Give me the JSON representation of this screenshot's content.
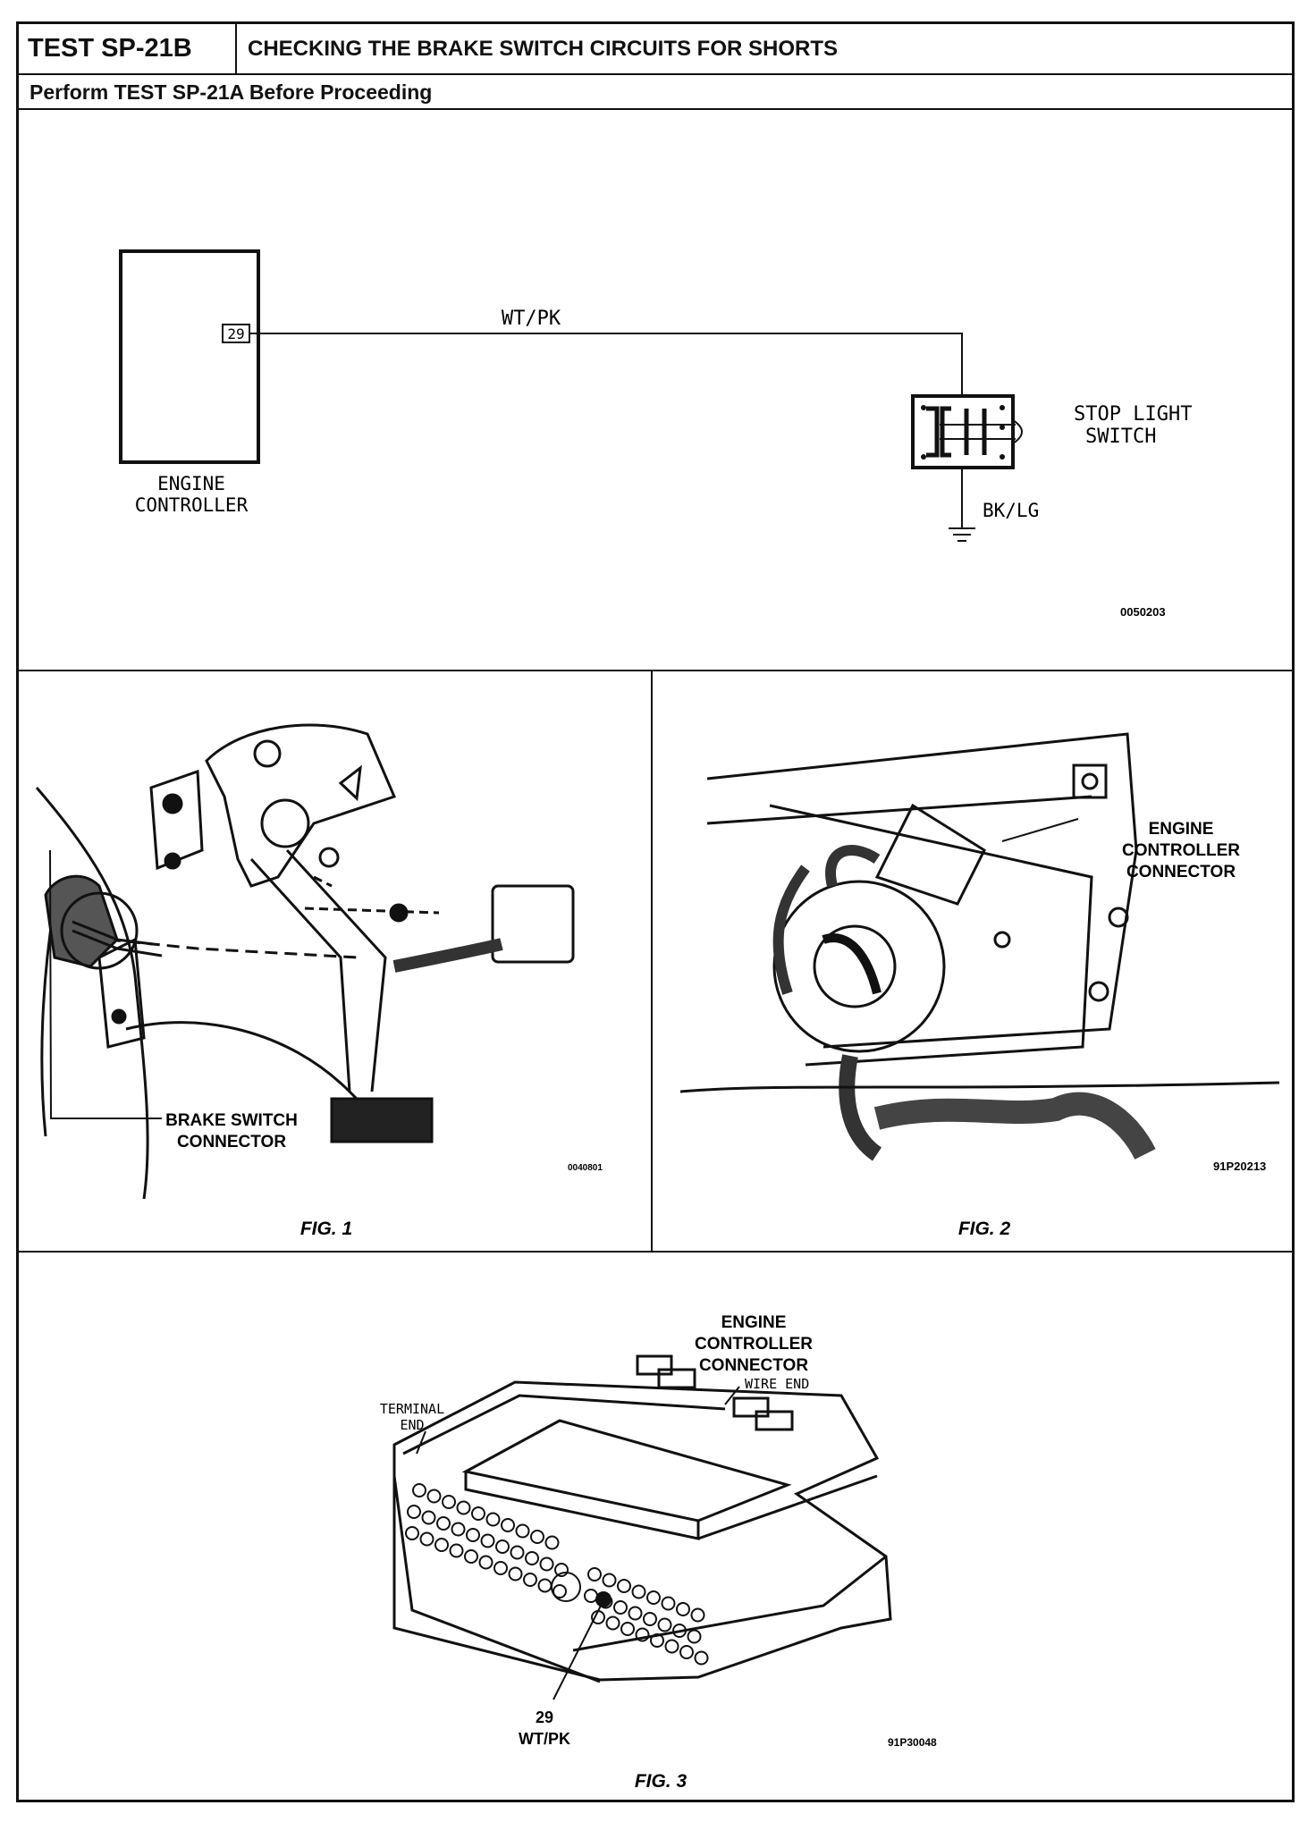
{
  "header": {
    "test_id": "TEST SP-21B",
    "title": "CHECKING THE BRAKE SWITCH CIRCUITS FOR SHORTS"
  },
  "subheader": "Perform TEST SP-21A Before Proceeding",
  "schematic": {
    "engine_controller_label_1": "ENGINE",
    "engine_controller_label_2": "CONTROLLER",
    "pin": "29",
    "wire_top": "WT/PK",
    "switch_label_1": "STOP LIGHT",
    "switch_label_2": "SWITCH",
    "wire_ground": "BK/LG",
    "code": "0050203"
  },
  "fig1": {
    "callout_1": "BRAKE SWITCH",
    "callout_2": "CONNECTOR",
    "code": "0040801",
    "caption": "FIG. 1"
  },
  "fig2": {
    "callout_1": "ENGINE",
    "callout_2": "CONTROLLER",
    "callout_3": "CONNECTOR",
    "code": "91P20213",
    "caption": "FIG. 2"
  },
  "fig3": {
    "title_1": "ENGINE",
    "title_2": "CONTROLLER",
    "title_3": "CONNECTOR",
    "terminal_1": "TERMINAL",
    "terminal_2": "END",
    "wire_end": "WIRE END",
    "pin_num": "29",
    "pin_wire": "WT/PK",
    "code": "91P30048",
    "caption": "FIG. 3"
  }
}
